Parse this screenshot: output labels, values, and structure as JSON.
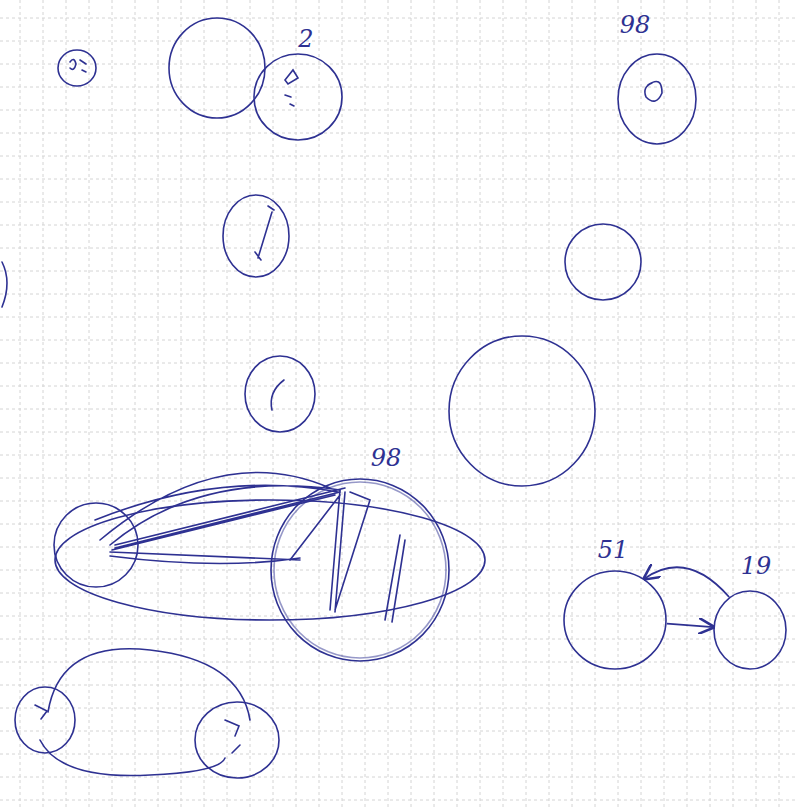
{
  "diagram": {
    "nodes": [
      {
        "text": [
          "2"
        ]
      },
      {
        "text": [
          "98"
        ]
      },
      {
        "text": [
          "98"
        ]
      },
      {
        "text": [
          "51"
        ]
      },
      {
        "text": [
          "19"
        ]
      }
    ],
    "edges": [
      {
        "from": 3,
        "to": 4,
        "arrow": "to"
      },
      {
        "from": 4,
        "to": 3,
        "arrow": "to"
      }
    ]
  }
}
